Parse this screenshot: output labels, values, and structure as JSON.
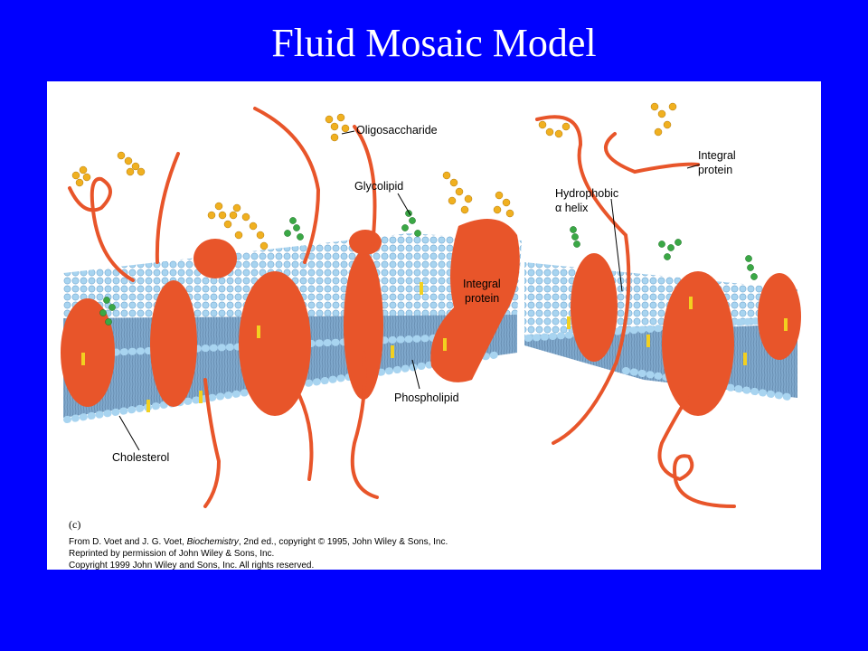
{
  "slide": {
    "title": "Fluid Mosaic Model"
  },
  "diagram": {
    "panel_tag": "(c)",
    "labels": {
      "oligosaccharide": "Oligosaccharide",
      "glycolipid": "Glycolipid",
      "integral_protein_top_1": "Integral",
      "integral_protein_top_2": "protein",
      "hydrophobic_1": "Hydrophobic",
      "hydrophobic_2": "α helix",
      "integral_protein_mid_1": "Integral",
      "integral_protein_mid_2": "protein",
      "phospholipid": "Phospholipid",
      "cholesterol": "Cholesterol"
    },
    "colors": {
      "background": "#0000ff",
      "membrane_head": "#a8d4f0",
      "membrane_core": "#7fa8cc",
      "protein": "#e8552a",
      "sugar": "#f0b020",
      "glycolipid_sugar": "#3aa845",
      "cholesterol": "#f2d020"
    }
  },
  "credit": {
    "line1_prefix": "From D. Voet and J. G. Voet, ",
    "line1_book": "Biochemistry",
    "line1_suffix": ", 2nd ed., copyright © 1995, John Wiley & Sons, Inc.",
    "line2": "Reprinted by permission of John Wiley & Sons, Inc.",
    "line3": "Copyright 1999 John Wiley and Sons, Inc. All rights reserved."
  }
}
